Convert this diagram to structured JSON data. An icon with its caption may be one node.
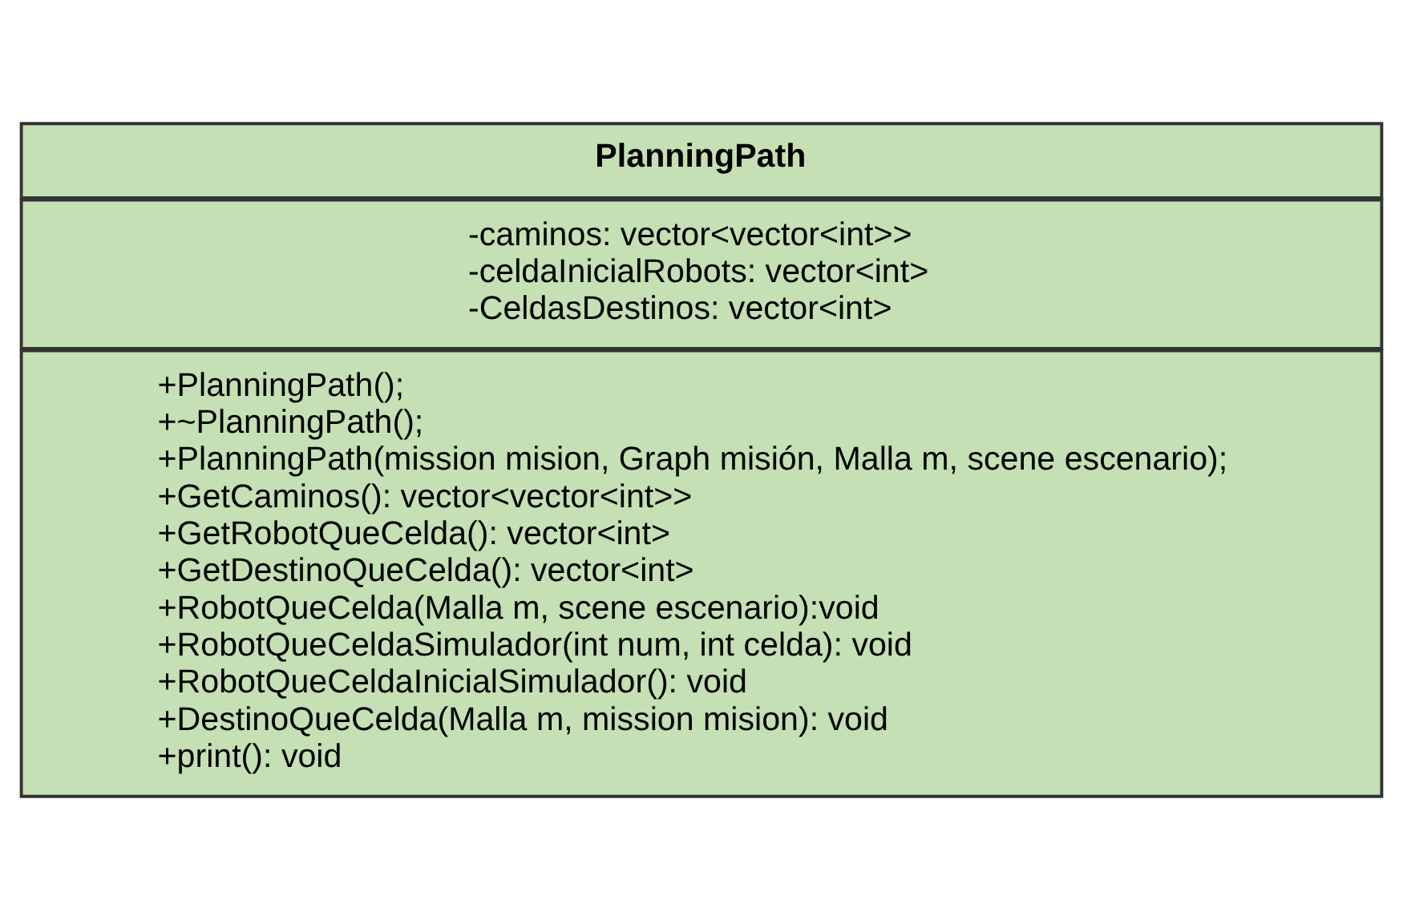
{
  "diagram": {
    "nodes": [
      {
        "text": [
          "PlanningPath"
        ]
      },
      {
        "text": [
          "-caminos: vector<vector<int>>",
          "-celdaInicialRobots: vector<int>",
          "-CeldasDestinos: vector<int>"
        ]
      },
      {
        "text": [
          "+PlanningPath();",
          "+~PlanningPath();",
          "+PlanningPath(mission mision, Graph misión, Malla m, scene escenario);",
          "+GetCaminos(): vector<vector<int>>",
          "+GetRobotQueCelda(): vector<int>",
          "+GetDestinoQueCelda(): vector<int>",
          "+RobotQueCelda(Malla m, scene escenario):void",
          "+RobotQueCeldaSimulador(int num, int celda): void",
          "+RobotQueCeldaInicialSimulador(): void",
          "+DestinoQueCelda(Malla m, mission mision): void",
          "+print(): void"
        ]
      }
    ]
  }
}
